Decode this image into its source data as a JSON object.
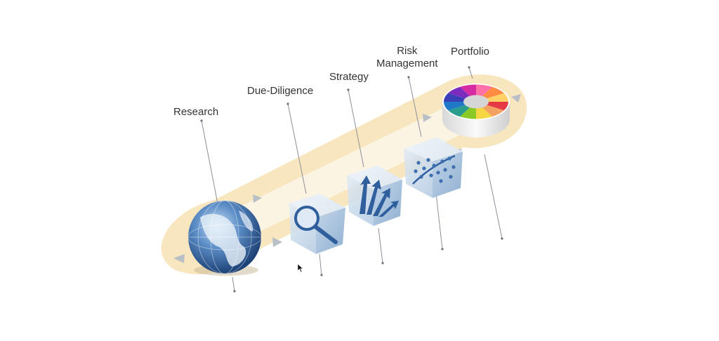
{
  "diagram": {
    "steps": [
      {
        "label": "Research",
        "icon": "globe-icon"
      },
      {
        "label": "Due-Diligence",
        "icon": "magnifier-icon"
      },
      {
        "label": "Strategy",
        "icon": "arrows-icon"
      },
      {
        "label": "Risk\nManagement",
        "icon": "scatter-icon"
      },
      {
        "label": "Portfolio",
        "icon": "color-wheel-icon"
      }
    ]
  },
  "colors": {
    "track": "#f7e2b4",
    "cube_light": "#d4e3f1",
    "cube_dark": "#6f95c1",
    "icon_blue": "#2f5f9c",
    "text": "#333333"
  }
}
